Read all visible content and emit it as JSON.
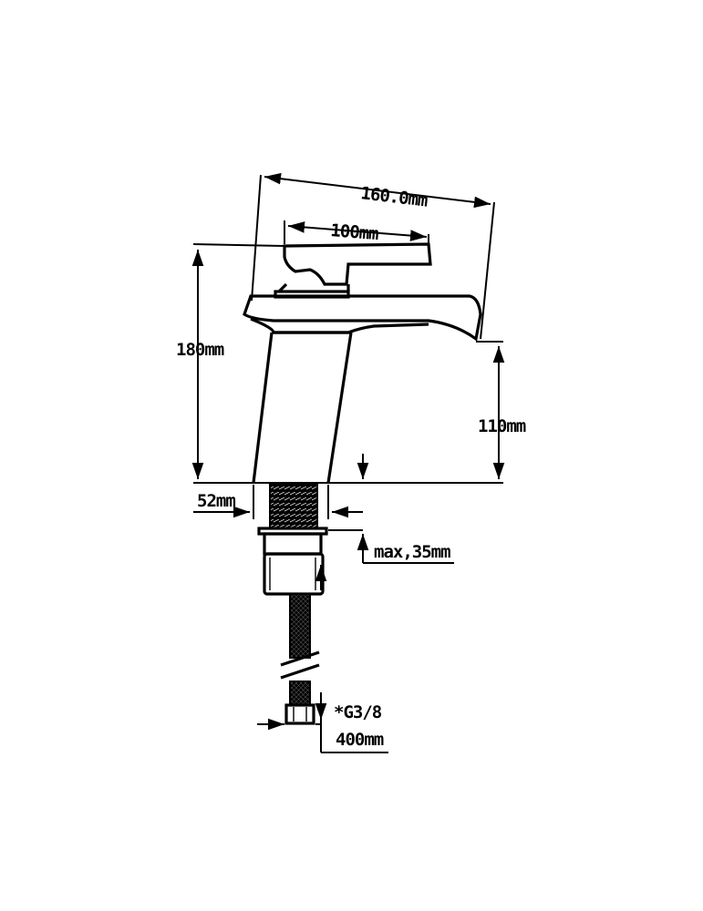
{
  "dimensions": {
    "overall_length": "160.0mm",
    "handle_length": "100mm",
    "total_height": "180mm",
    "spout_height": "110mm",
    "base_diameter": "52mm",
    "max_counter_thickness": "max,35mm",
    "thread_size": "*G3/8",
    "hose_length": "400mm"
  },
  "colors": {
    "line": "#000000",
    "background": "#ffffff"
  }
}
